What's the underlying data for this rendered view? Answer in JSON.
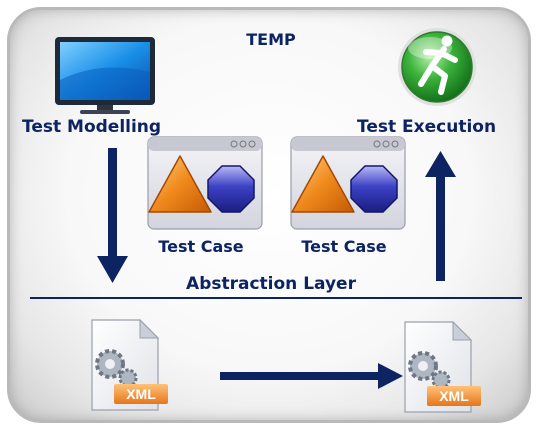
{
  "diagram": {
    "title": "TEMP",
    "left_node_label": "Test Modelling",
    "right_node_label": "Test Execution",
    "test_cases": [
      {
        "label": "Test Case"
      },
      {
        "label": "Test Case"
      }
    ],
    "layer_label": "Abstraction Layer",
    "files": [
      {
        "badge": "XML"
      },
      {
        "badge": "XML"
      }
    ]
  },
  "colors": {
    "text": "#0d2463",
    "arrow": "#0d2463",
    "triangle": "#f08a1c",
    "octagon": "#2b2fa8",
    "runner_circle": "#3bb23b"
  },
  "icons": [
    "monitor-icon",
    "runner-icon",
    "shapes-window-icon",
    "xml-file-icon"
  ]
}
